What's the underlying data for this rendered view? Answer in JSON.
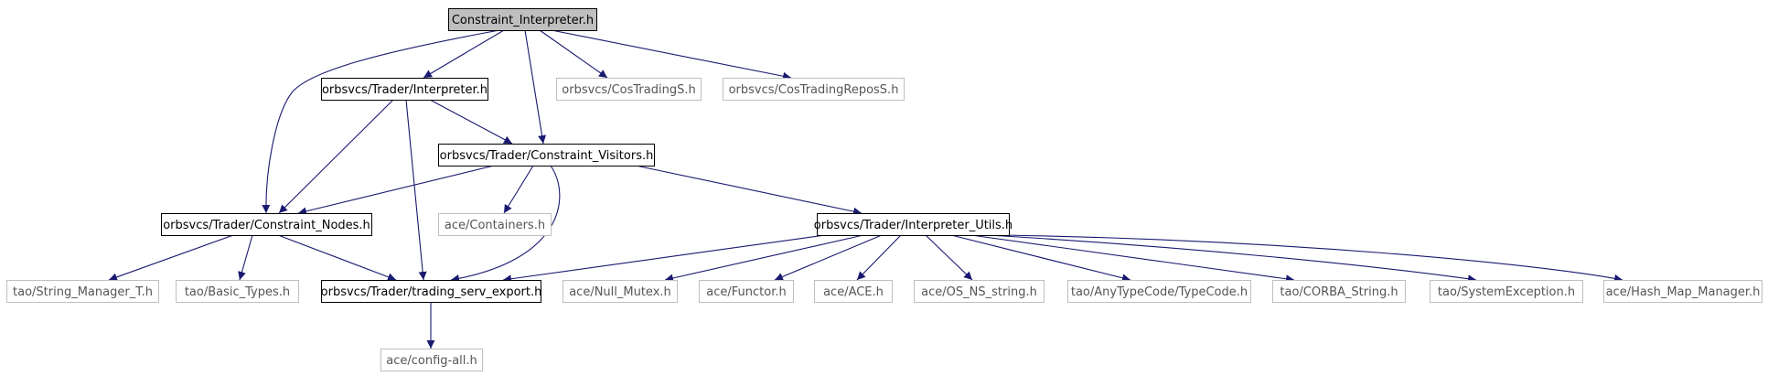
{
  "diagram": {
    "colors": {
      "edge": "#191970",
      "box_border": "#000000",
      "external_border": "#bfbfbf",
      "root_fill": "#bfbfbf",
      "box_fill": "#ffffff",
      "external_text": "#555555"
    },
    "nodes": [
      {
        "id": "root",
        "label": "Constraint_Interpreter.h",
        "kind": "root"
      },
      {
        "id": "interp",
        "label": "orbsvcs/Trader/Interpreter.h",
        "kind": "local"
      },
      {
        "id": "costrading",
        "label": "orbsvcs/CosTradingS.h",
        "kind": "external"
      },
      {
        "id": "costradingrepos",
        "label": "orbsvcs/CosTradingReposS.h",
        "kind": "external"
      },
      {
        "id": "visitors",
        "label": "orbsvcs/Trader/Constraint_Visitors.h",
        "kind": "local"
      },
      {
        "id": "nodes",
        "label": "orbsvcs/Trader/Constraint_Nodes.h",
        "kind": "local"
      },
      {
        "id": "containers",
        "label": "ace/Containers.h",
        "kind": "external"
      },
      {
        "id": "utils",
        "label": "orbsvcs/Trader/Interpreter_Utils.h",
        "kind": "local"
      },
      {
        "id": "strmgr",
        "label": "tao/String_Manager_T.h",
        "kind": "external"
      },
      {
        "id": "basictypes",
        "label": "tao/Basic_Types.h",
        "kind": "external"
      },
      {
        "id": "export",
        "label": "orbsvcs/Trader/trading_serv_export.h",
        "kind": "local"
      },
      {
        "id": "nullmutex",
        "label": "ace/Null_Mutex.h",
        "kind": "external"
      },
      {
        "id": "functor",
        "label": "ace/Functor.h",
        "kind": "external"
      },
      {
        "id": "ace",
        "label": "ace/ACE.h",
        "kind": "external"
      },
      {
        "id": "osns",
        "label": "ace/OS_NS_string.h",
        "kind": "external"
      },
      {
        "id": "typecode",
        "label": "tao/AnyTypeCode/TypeCode.h",
        "kind": "external"
      },
      {
        "id": "corbastr",
        "label": "tao/CORBA_String.h",
        "kind": "external"
      },
      {
        "id": "sysexc",
        "label": "tao/SystemException.h",
        "kind": "external"
      },
      {
        "id": "hashmap",
        "label": "ace/Hash_Map_Manager.h",
        "kind": "external"
      },
      {
        "id": "configall",
        "label": "ace/config-all.h",
        "kind": "external"
      }
    ],
    "edges": [
      {
        "from": "root",
        "to": "interp"
      },
      {
        "from": "root",
        "to": "costrading"
      },
      {
        "from": "root",
        "to": "costradingrepos"
      },
      {
        "from": "root",
        "to": "visitors"
      },
      {
        "from": "root",
        "to": "nodes"
      },
      {
        "from": "interp",
        "to": "visitors"
      },
      {
        "from": "interp",
        "to": "nodes"
      },
      {
        "from": "interp",
        "to": "export"
      },
      {
        "from": "visitors",
        "to": "nodes"
      },
      {
        "from": "visitors",
        "to": "containers"
      },
      {
        "from": "visitors",
        "to": "utils"
      },
      {
        "from": "visitors",
        "to": "export"
      },
      {
        "from": "nodes",
        "to": "strmgr"
      },
      {
        "from": "nodes",
        "to": "basictypes"
      },
      {
        "from": "nodes",
        "to": "export"
      },
      {
        "from": "utils",
        "to": "export"
      },
      {
        "from": "utils",
        "to": "nullmutex"
      },
      {
        "from": "utils",
        "to": "functor"
      },
      {
        "from": "utils",
        "to": "ace"
      },
      {
        "from": "utils",
        "to": "osns"
      },
      {
        "from": "utils",
        "to": "typecode"
      },
      {
        "from": "utils",
        "to": "corbastr"
      },
      {
        "from": "utils",
        "to": "sysexc"
      },
      {
        "from": "utils",
        "to": "hashmap"
      },
      {
        "from": "export",
        "to": "configall"
      }
    ]
  }
}
